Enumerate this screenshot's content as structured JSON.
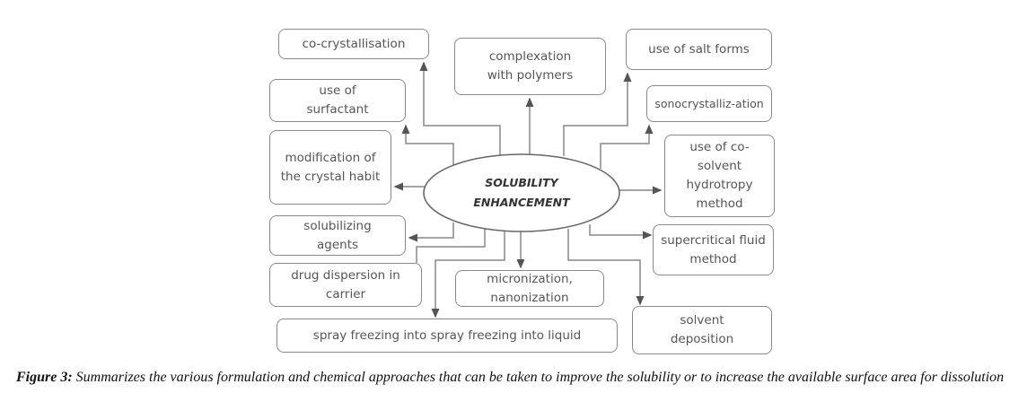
{
  "diagram": {
    "center": {
      "line1": "SOLUBILITY",
      "line2": "ENHANCEMENT"
    },
    "nodes": {
      "cocrystallisation": "co-crystallisation",
      "complexation": "complexation with polymers",
      "salt_forms": "use of salt forms",
      "surfactant": "use of surfactant",
      "sonocrystallization": "sonocrystalliz-ation",
      "crystal_habit": "modification of the crystal habit",
      "cosolvent": "use of co-solvent hydrotropy method",
      "solubilizing": "solubilizing agents",
      "supercritical": "supercritical fluid method",
      "drug_dispersion": "drug dispersion in carrier",
      "micronization": "micronization, nanonization",
      "spray_freezing": "spray freezing into spray freezing into liquid",
      "solvent_deposition": "solvent deposition"
    }
  },
  "caption": {
    "label": "Figure 3:",
    "text": " Summarizes the various formulation and chemical approaches that can be taken to improve the solubility or to increase the available surface area for dissolution"
  }
}
